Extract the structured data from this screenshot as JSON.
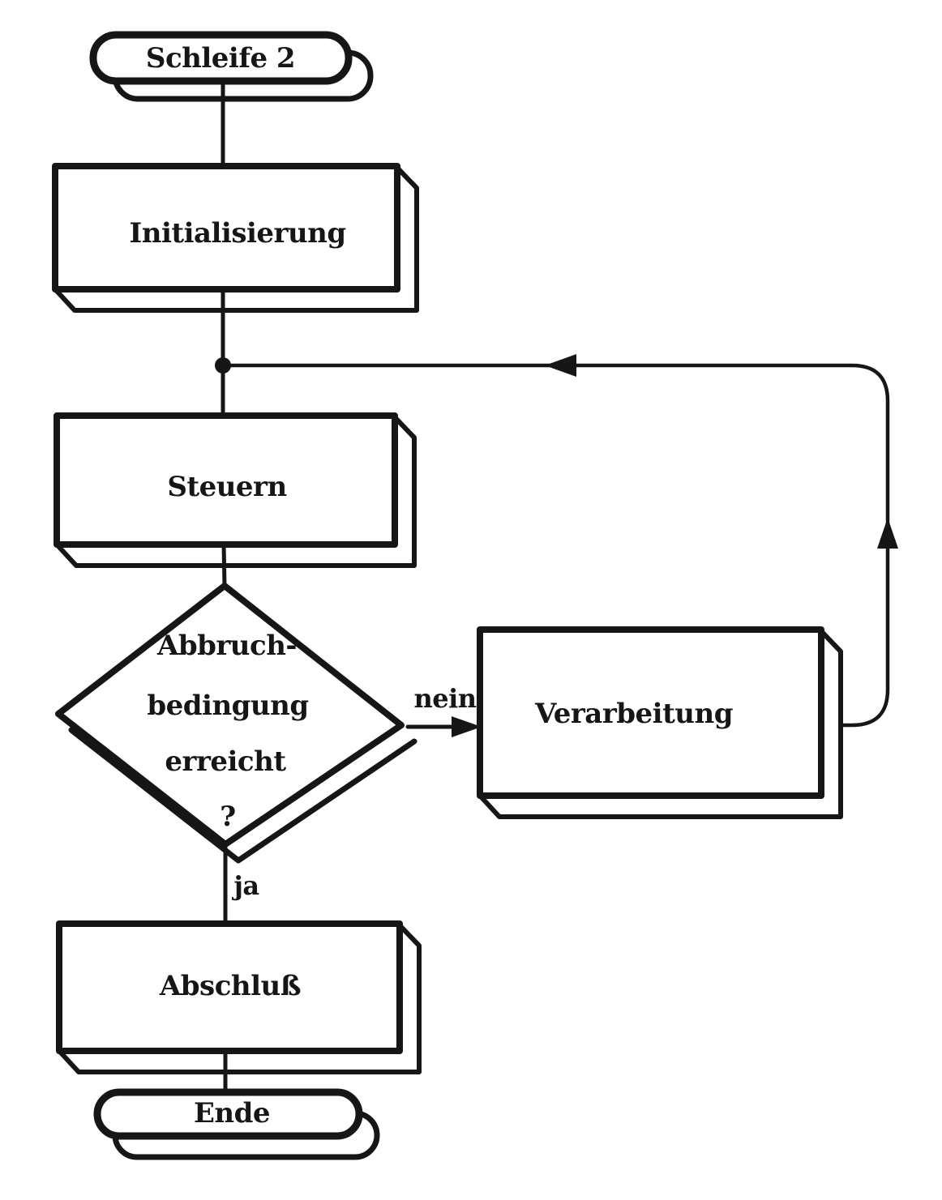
{
  "flowchart": {
    "nodes": {
      "start": {
        "label": "Schleife 2",
        "type": "terminal"
      },
      "initialisierung": {
        "label": "Initialisierung",
        "type": "process"
      },
      "steuern": {
        "label": "Steuern",
        "type": "process"
      },
      "abbruchbedingung": {
        "type": "decision",
        "label_lines": [
          "Abbruch-",
          "bedingung",
          "erreicht",
          "?"
        ]
      },
      "verarbeitung": {
        "label": "Verarbeitung",
        "type": "process"
      },
      "abschluss": {
        "label": "Abschluß",
        "type": "process"
      },
      "ende": {
        "label": "Ende",
        "type": "terminal"
      }
    },
    "edge_labels": {
      "no": "nein",
      "yes": "ja"
    },
    "colors": {
      "ink": "#161616",
      "paper": "#ffffff"
    }
  }
}
